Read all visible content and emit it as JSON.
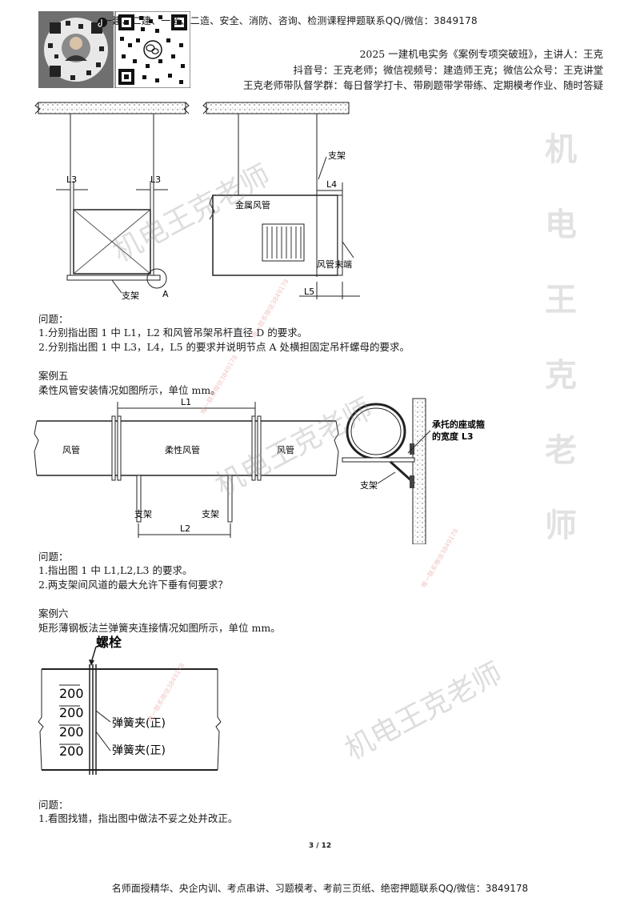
{
  "header": {
    "top_line": "一建、二建、一造、二造、安全、消防、咨询、检测课程押题联系QQ/微信：3849178",
    "course_line": "2025 一建机电实务《案例专项突破班》，主讲人：王克",
    "social_line": "抖音号：王克老师；微信视频号：建造师王克；微信公众号：王克讲堂",
    "group_line": "王克老师带队督学群：每日督学打卡、带刷题带学带练、定期模考作业、随时答疑"
  },
  "figure1": {
    "labels": {
      "l3_left": "L3",
      "l3_right": "L3",
      "bracket": "支架",
      "node_a": "A",
      "support": "支架",
      "metal_duct": "金属风管",
      "l4": "L4",
      "duct_end": "风管末端",
      "l5": "L5"
    }
  },
  "case4": {
    "question_heading": "问题：",
    "questions": [
      "1.分别指出图 1 中 L1，L2 和风管吊架吊杆直径 D 的要求。",
      "2.分别指出图 1 中 L3，L4，L5 的要求并说明节点 A 处横担固定吊杆螺母的要求。"
    ]
  },
  "case5": {
    "title": "案例五",
    "intro": "柔性风管安装情况如图所示，单位 mm。",
    "figure": {
      "l1": "L1",
      "duct_left": "风管",
      "flex_duct": "柔性风管",
      "duct_right": "风管",
      "support_left": "支架",
      "support_right": "支架",
      "l2": "L2",
      "saddle_line1": "承托的座或箍",
      "saddle_line2": "的宽度 L3",
      "support_side": "支架"
    },
    "question_heading": "问题：",
    "questions": [
      "1.指出图 1 中 L1,L2,L3 的要求。",
      "2.两支架间风道的最大允许下垂有何要求？"
    ]
  },
  "case6": {
    "title": "案例六",
    "intro": "矩形薄钢板法兰弹簧夹连接情况如图所示，单位 mm。",
    "figure": {
      "bolt": "螺栓",
      "dims": [
        "200",
        "200",
        "200",
        "200"
      ],
      "clip1": "弹簧夹(正)",
      "clip2": "弹簧夹(正)"
    },
    "question_heading": "问题：",
    "questions": [
      "1.看图找错，指出图中做法不妥之处并改正。"
    ]
  },
  "page_number": "3 / 12",
  "footer": "名师面授精华、央企内训、考点串讲、习题模考、考前三页纸、绝密押题联系QQ/微信：3849178",
  "watermarks": {
    "diag1": "机电王克老师",
    "diag2": "机电王克老师",
    "diag3": "机电王克老师",
    "vertical": "机电王克老师",
    "small1": "唯一联系微信3849178",
    "small2": "唯一联系微信3849178",
    "small3": "唯一联系微信3849178",
    "small4": "唯一联系微信3849178"
  }
}
